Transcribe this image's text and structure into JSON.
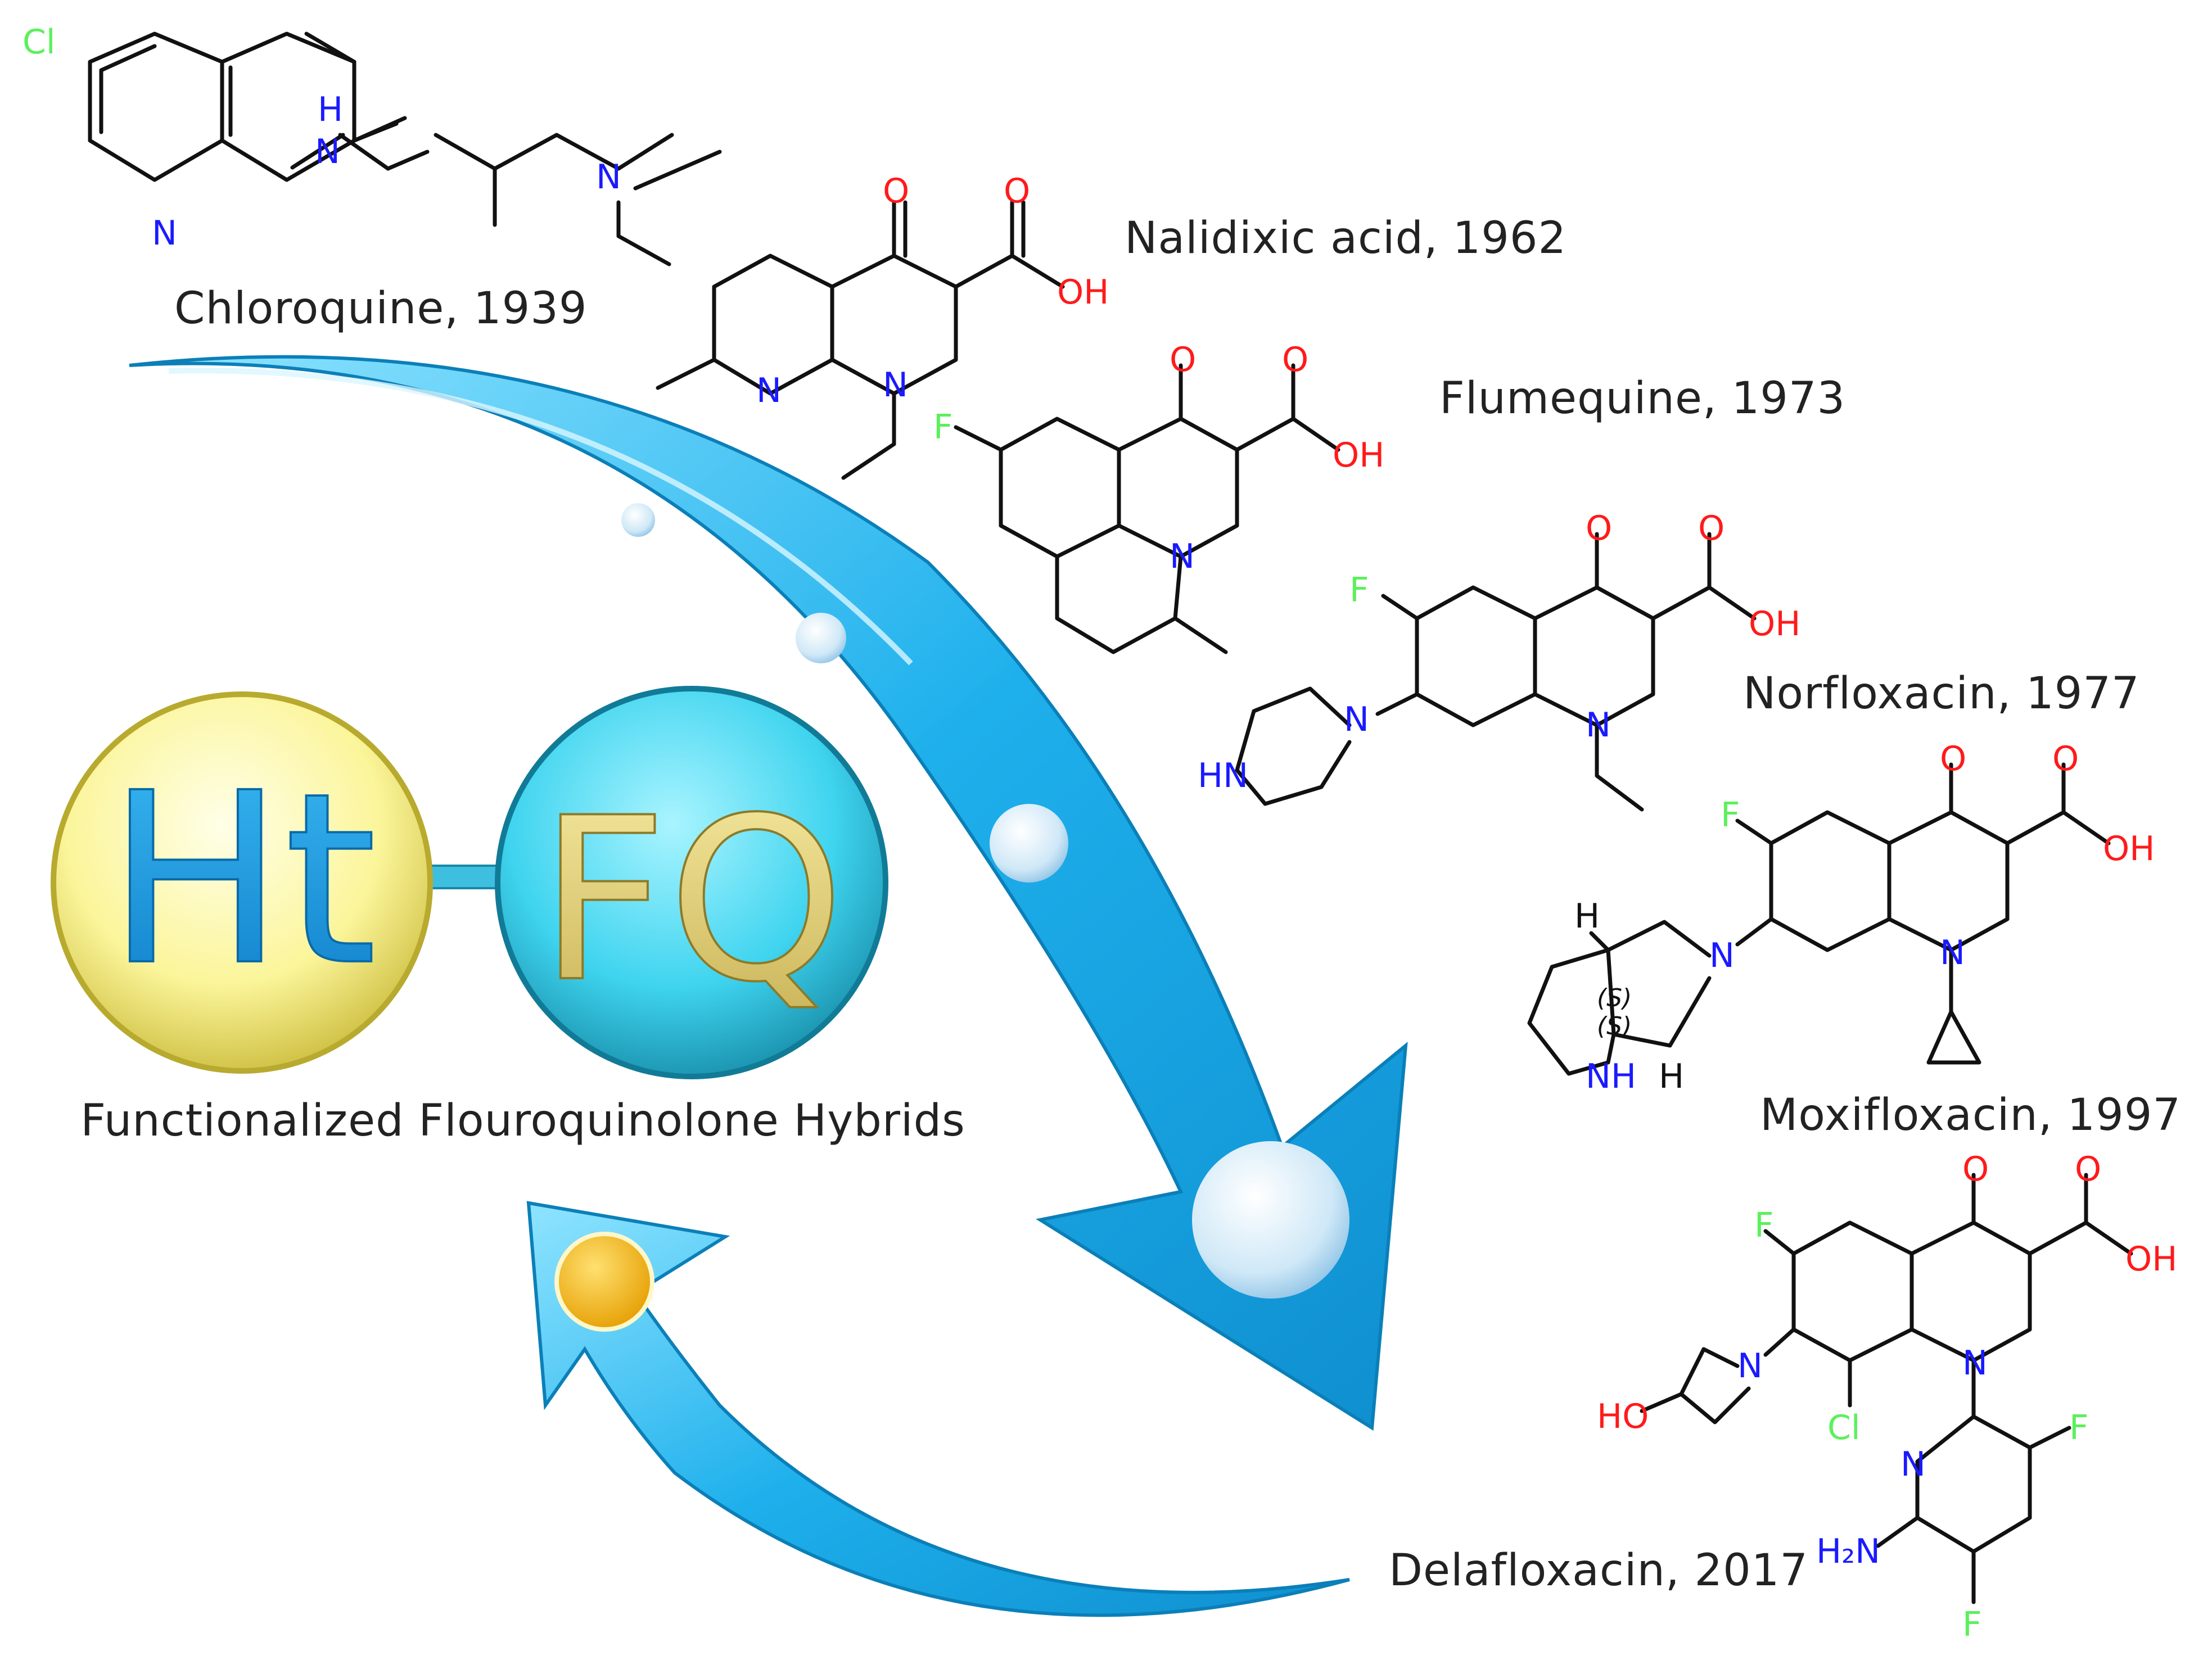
{
  "hybrid": {
    "left_label": "Ht",
    "right_label": "FQ",
    "caption": "Functionalized Flouroquinolone Hybrids"
  },
  "colors": {
    "nitrogen": "#1a1aff",
    "oxygen": "#ff1a1a",
    "halogen": "#5cf05c",
    "bond": "#111111",
    "arrow": "#1eaee8",
    "left_ball": "#fbf59a",
    "right_ball": "#3fd4ef",
    "gold_dot": "#f5b800"
  },
  "compounds": [
    {
      "name_year": "Chloroquine, 1939"
    },
    {
      "name_year": "Nalidixic acid, 1962"
    },
    {
      "name_year": "Flumequine, 1973"
    },
    {
      "name_year": "Norfloxacin, 1977"
    },
    {
      "name_year": "Moxifloxacin, 1997"
    },
    {
      "name_year": "Delafloxacin, 2017"
    }
  ],
  "atoms": {
    "cl": "Cl",
    "n": "N",
    "nh": "NH",
    "hn": "HN",
    "h": "H",
    "o": "O",
    "oh": "OH",
    "ho": "HO",
    "f": "F",
    "h2n": "H₂N",
    "s": "(S)"
  }
}
